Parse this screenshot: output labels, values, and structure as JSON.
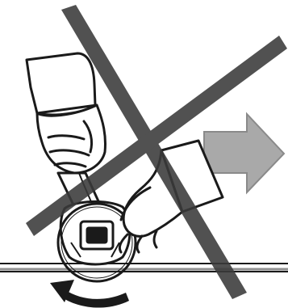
{
  "diagram": {
    "type": "warning-pictogram",
    "meaning": "prohibited",
    "colors": {
      "background": "#ffffff",
      "outline": "#1a1a1a",
      "cross": "#3a3a3a",
      "arrow_fill": "#a9a9a9",
      "line_gray": "#8f8f8f"
    },
    "elements": {
      "prohibition_mark": "cross-x",
      "direction_arrow": "arrow-right",
      "rotation_arrow": "curved-arrow-left"
    }
  }
}
